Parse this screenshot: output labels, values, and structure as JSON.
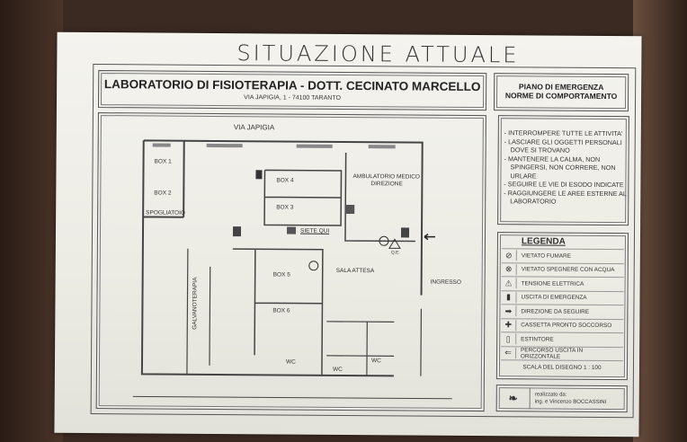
{
  "handwritten_title": "SITUAZIONE ATTUALE",
  "header": {
    "title": "LABORATORIO DI FISIOTERAPIA - DOTT. CECINATO MARCELLO",
    "address": "VIA JAPIGIA, 1 - 74100 TARANTO"
  },
  "piano": {
    "line1": "PIANO DI EMERGENZA",
    "line2": "NORME DI COMPORTAMENTO"
  },
  "norme": [
    "- INTERROMPERE TUTTE LE ATTIVITA'",
    "- LASCIARE GLI OGGETTI PERSONALI DOVE SI TROVANO",
    "- MANTENERE LA CALMA, NON SPINGERSI, NON CORRERE, NON URLARE",
    "- SEGUIRE LE VIE DI ESODO INDICATE",
    "- RAGGIUNGERE LE AREE ESTERNE AL LABORATORIO"
  ],
  "legenda": {
    "title": "LEGENDA",
    "items": [
      {
        "icon": "no-smoking-icon",
        "label": "VIETATO FUMARE"
      },
      {
        "icon": "no-water-icon",
        "label": "VIETATO SPEGNERE CON ACQUA"
      },
      {
        "icon": "electric-hazard-icon",
        "label": "TENSIONE ELETTRICA"
      },
      {
        "icon": "emergency-exit-icon",
        "label": "USCITA DI EMERGENZA"
      },
      {
        "icon": "direction-arrow-icon",
        "label": "DIREZIONE DA SEGUIRE"
      },
      {
        "icon": "first-aid-icon",
        "label": "CASSETTA PRONTO SOCCORSO"
      },
      {
        "icon": "fire-extinguisher-icon",
        "label": "ESTINTORE"
      },
      {
        "icon": "exit-route-icon",
        "label": "PERCORSO USCITA IN ORIZZONTALE"
      }
    ],
    "scale": "SCALA DEL DISEGNO 1 : 100"
  },
  "credit": {
    "logo": "CVD",
    "line1": "realizzato da:",
    "line2": "ing. e Vincenzo BOCCASSINI"
  },
  "plan": {
    "street": "VIA JAPIGIA",
    "rooms": {
      "box1": "BOX 1",
      "box2": "BOX 2",
      "spogliatoio": "SPOGLIATOIO",
      "box4": "BOX 4",
      "box3": "BOX 3",
      "ambulatorio1": "AMBULATORIO MEDICO",
      "ambulatorio2": "DIREZIONE",
      "siete_qui": "SIETE QUI",
      "sala_attesa": "SALA ATTESA",
      "ingresso": "INGRESSO",
      "box5": "BOX 5",
      "box6": "BOX 6",
      "galvanoterapia": "GALVANOTERAPIA",
      "wc": "WC",
      "qe": "Q.E."
    }
  }
}
